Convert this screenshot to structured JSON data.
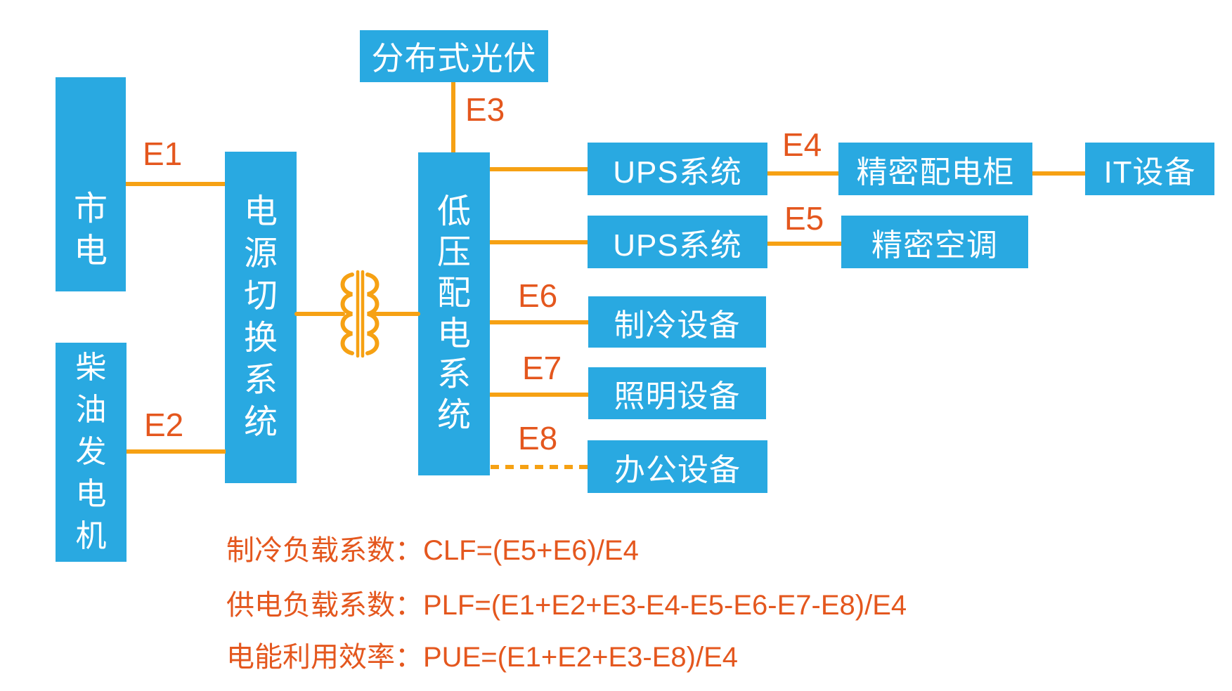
{
  "colors": {
    "box_blue": "#29A9E1",
    "line_orange": "#F6A113",
    "label_orange_red": "#E4571E"
  },
  "nodes": {
    "utility": "市电",
    "diesel": "柴油发电机",
    "switch": "电源切换系统",
    "pv": "分布式光伏",
    "lv": "低压配电系统",
    "ups1": "UPS系统",
    "ups2": "UPS系统",
    "pdu": "精密配电柜",
    "it": "IT设备",
    "crac": "精密空调",
    "cooling": "制冷设备",
    "lighting": "照明设备",
    "office": "办公设备"
  },
  "edges": {
    "e1": "E1",
    "e2": "E2",
    "e3": "E3",
    "e4": "E4",
    "e5": "E5",
    "e6": "E6",
    "e7": "E7",
    "e8": "E8"
  },
  "formulas": {
    "clf": "制冷负载系数：CLF=(E5+E6)/E4",
    "plf": "供电负载系数：PLF=(E1+E2+E3-E4-E5-E6-E7-E8)/E4",
    "pue": "电能利用效率：PUE=(E1+E2+E3-E8)/E4"
  }
}
